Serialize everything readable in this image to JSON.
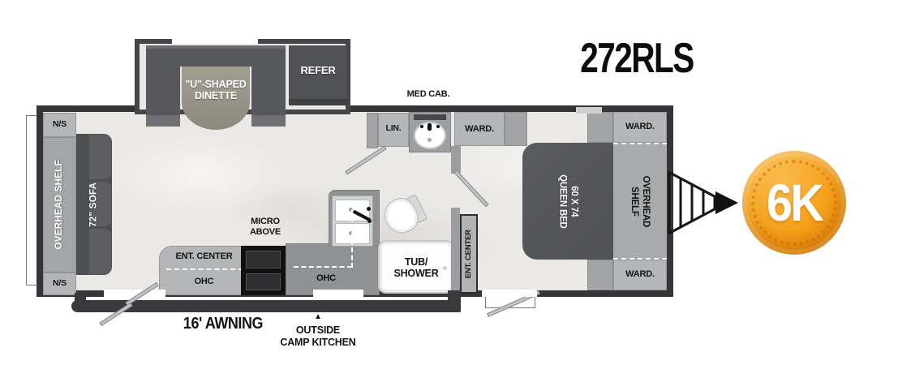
{
  "model": "272RLS",
  "tow_rating_badge": "6K",
  "colors": {
    "badge_orange": "#F49B1D",
    "wall_dark": "#353538",
    "cabinet_gray": "#B4B6B8",
    "furniture_dark": "#56575A",
    "floor_light": "#EBE9E6"
  },
  "slide_out": {
    "dinette_l1": "\"U\"-SHAPED",
    "dinette_l2": "DINETTE",
    "refrigerator": "REFER"
  },
  "rear_living": {
    "nightstand_top": "N/S",
    "nightstand_bottom": "N/S",
    "overhead_shelf": "OVERHEAD SHELF",
    "sofa": "72\" SOFA"
  },
  "kitchen": {
    "entertainment_center": "ENT. CENTER",
    "overhead_cabinet_left": "OHC",
    "microwave_l1": "MICRO",
    "microwave_l2": "ABOVE",
    "overhead_cabinet_right": "OHC"
  },
  "bathroom": {
    "medicine_cabinet": "MED CAB.",
    "linen": "LIN.",
    "wardrobe": "WARD.",
    "tub_l1": "TUB/",
    "tub_l2": "SHOWER"
  },
  "bedroom": {
    "entertainment_center": "ENT. CENTER",
    "bed_l1": "60 X 74",
    "bed_l2": "QUEEN BED",
    "overhead_shelf_l1": "OVERHEAD",
    "overhead_shelf_l2": "SHELF",
    "wardrobe_top": "WARD.",
    "wardrobe_bottom": "WARD."
  },
  "exterior": {
    "awning": "16' AWNING",
    "camp_kitchen_arrow": "▲",
    "camp_kitchen_l1": "OUTSIDE",
    "camp_kitchen_l2": "CAMP KITCHEN"
  }
}
